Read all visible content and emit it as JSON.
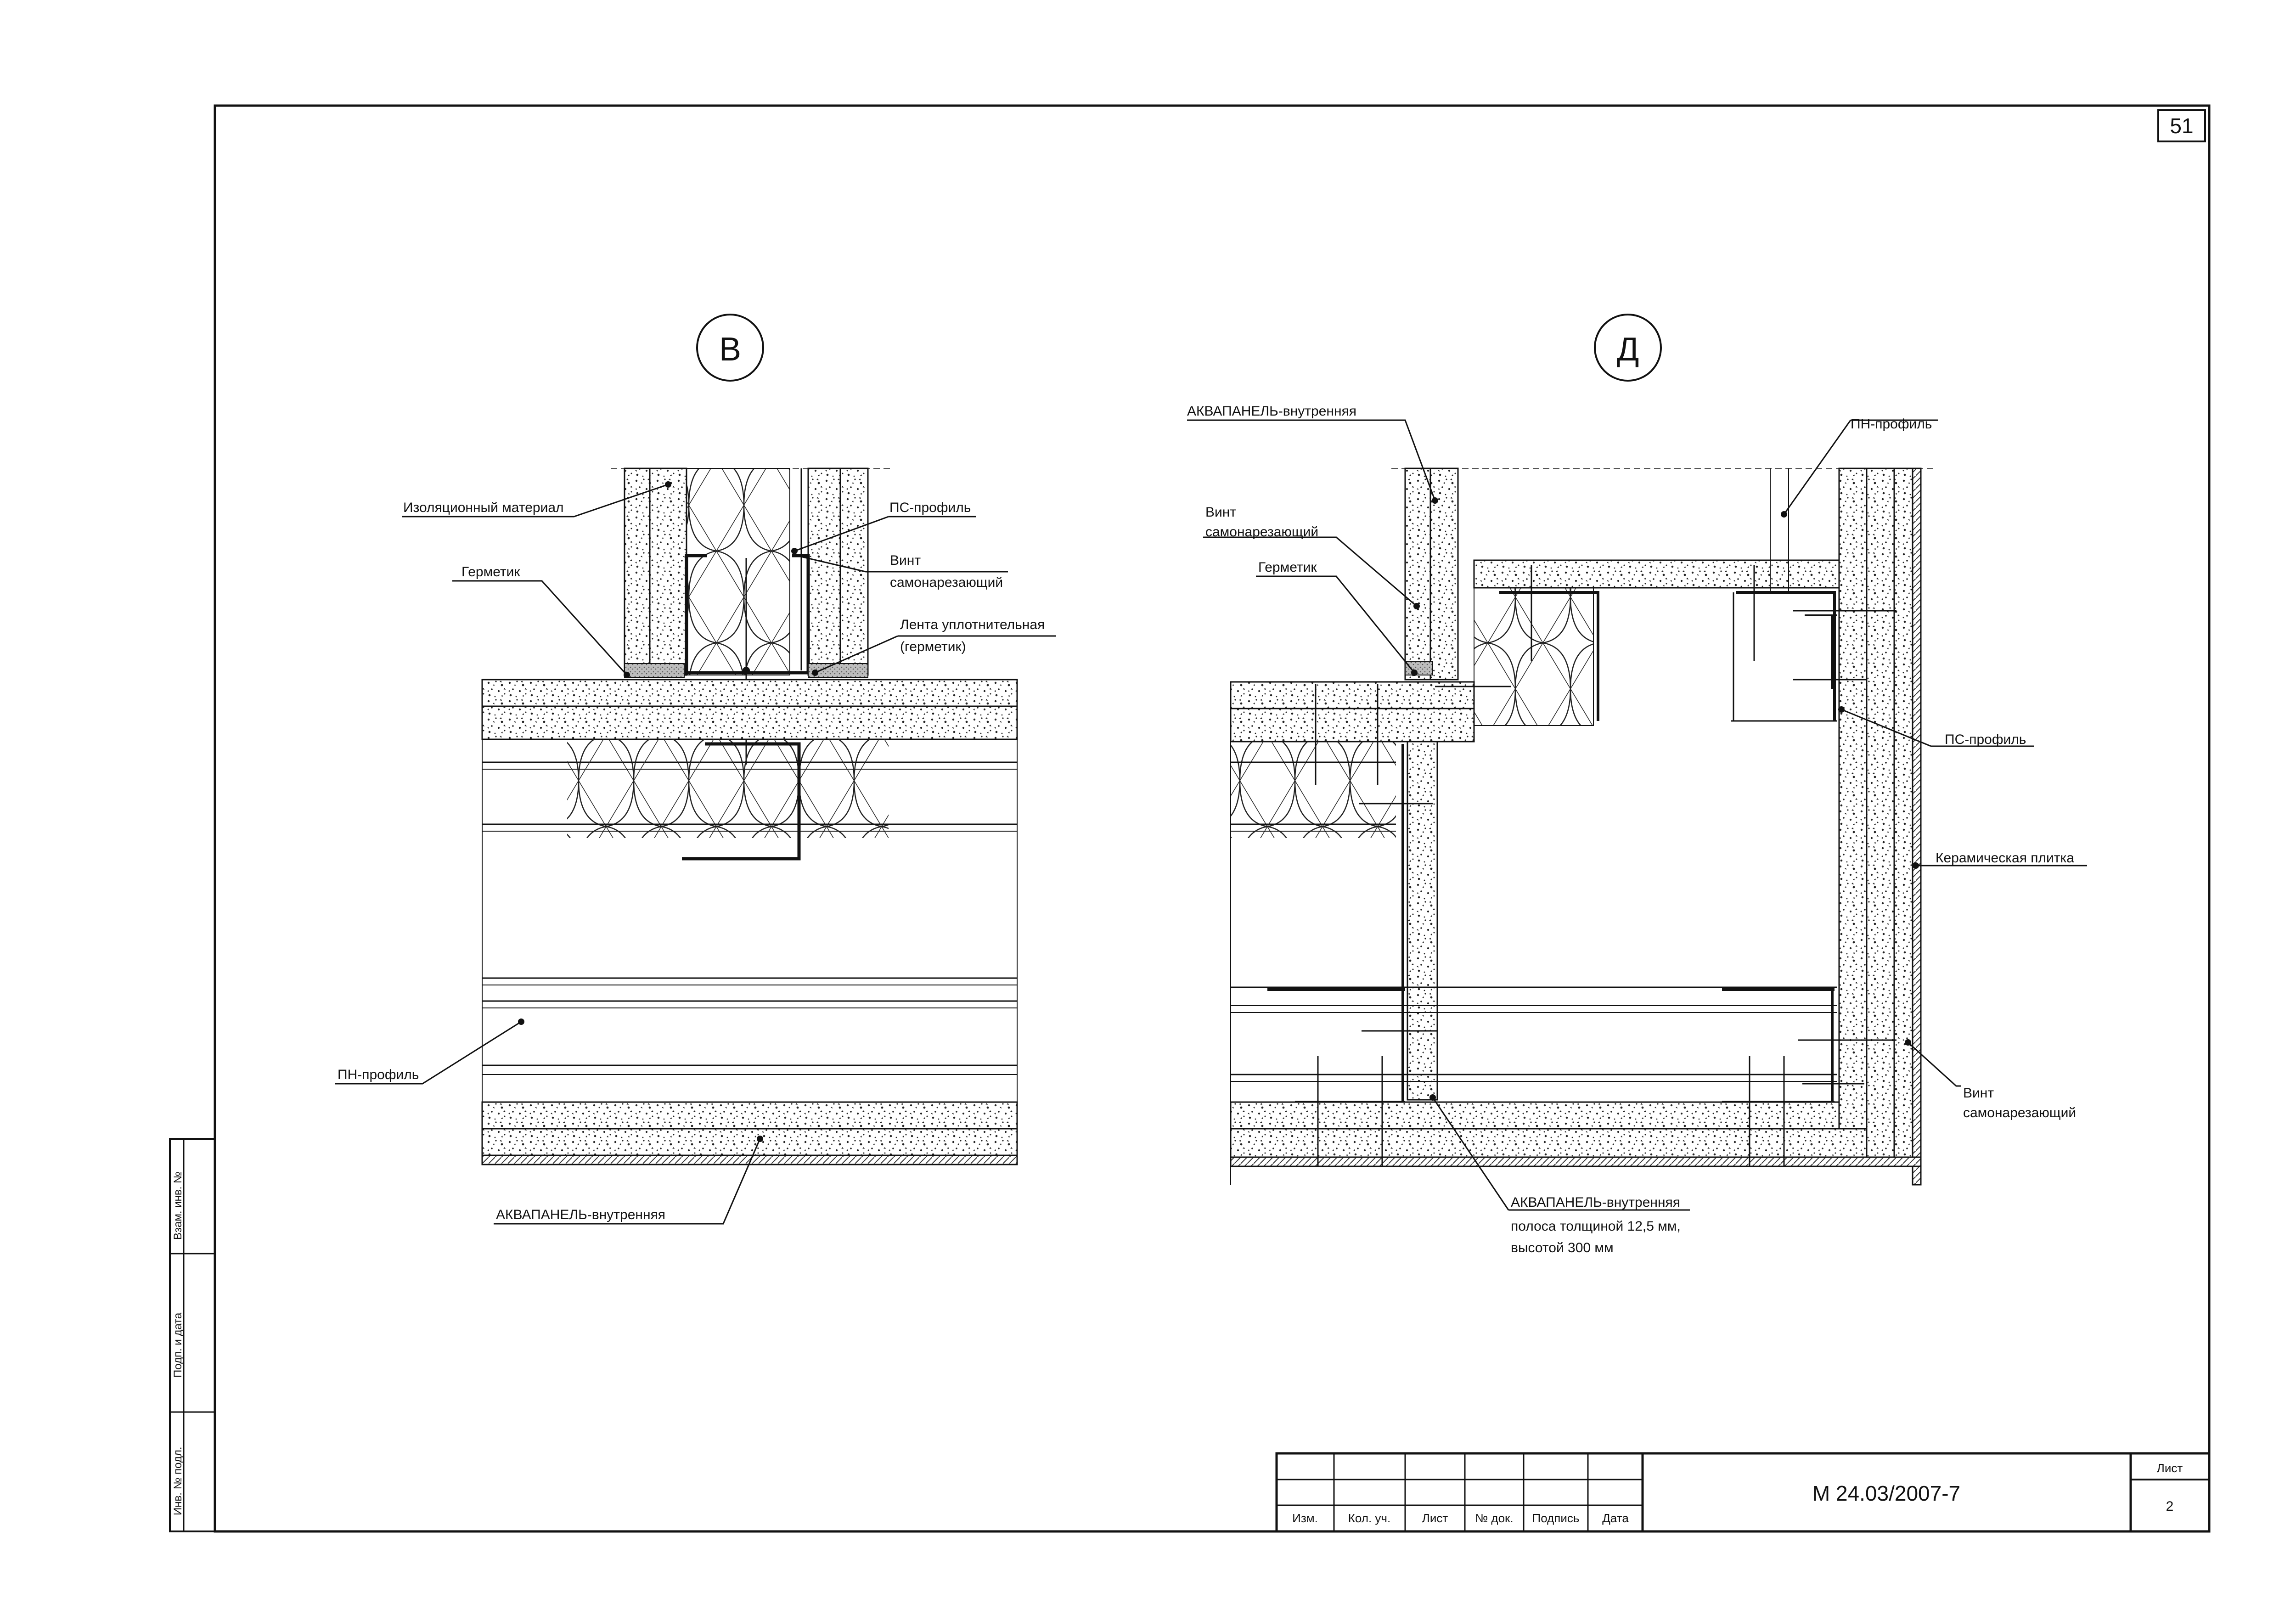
{
  "sheet": {
    "number": "51",
    "document_code": "М 24.03/2007-7",
    "list_header": "Лист",
    "list_value": "2"
  },
  "stamp": {
    "columns": [
      "Изм.",
      "Кол. уч.",
      "Лист",
      "№ док.",
      "Подпись",
      "Дата"
    ]
  },
  "side_strip": {
    "labels": [
      "Взам. инв. №",
      "Подп. и дата",
      "Инв. № подл."
    ]
  },
  "detail_v": {
    "marker": "В",
    "labels": {
      "insulation": "Изоляционный материал",
      "ps_profile": "ПС-профиль",
      "screw_line1": "Винт",
      "screw_line2": "самонарезающий",
      "sealant": "Герметик",
      "tape_line1": "Лента уплотнительная",
      "tape_line2": "(герметик)",
      "pn_profile": "ПН-профиль",
      "aquapanel": "АКВАПАНЕЛЬ-внутренняя"
    }
  },
  "detail_d": {
    "marker": "Д",
    "labels": {
      "aquapanel_top": "АКВАПАНЕЛЬ-внутренняя",
      "pn_profile": "ПН-профиль",
      "screw_line1": "Винт",
      "screw_line2": "самонарезающий",
      "sealant": "Герметик",
      "ps_profile": "ПС-профиль",
      "ceramic_tile": "Керамическая плитка",
      "screw2_line1": "Винт",
      "screw2_line2": "самонарезающий",
      "strip_line1": "АКВАПАНЕЛЬ-внутренняя",
      "strip_line2": "полоса толщиной 12,5 мм,",
      "strip_line3": "высотой 300 мм"
    }
  }
}
